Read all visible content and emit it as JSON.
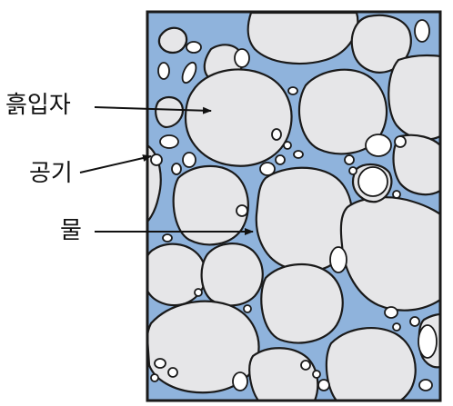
{
  "labels": {
    "soil_particle": "흙입자",
    "air": "공기",
    "water": "물"
  },
  "colors": {
    "water": "#8fb3dc",
    "soil_particle": "#e6e6e8",
    "air": "#ffffff",
    "outline": "#1a1a1a"
  }
}
